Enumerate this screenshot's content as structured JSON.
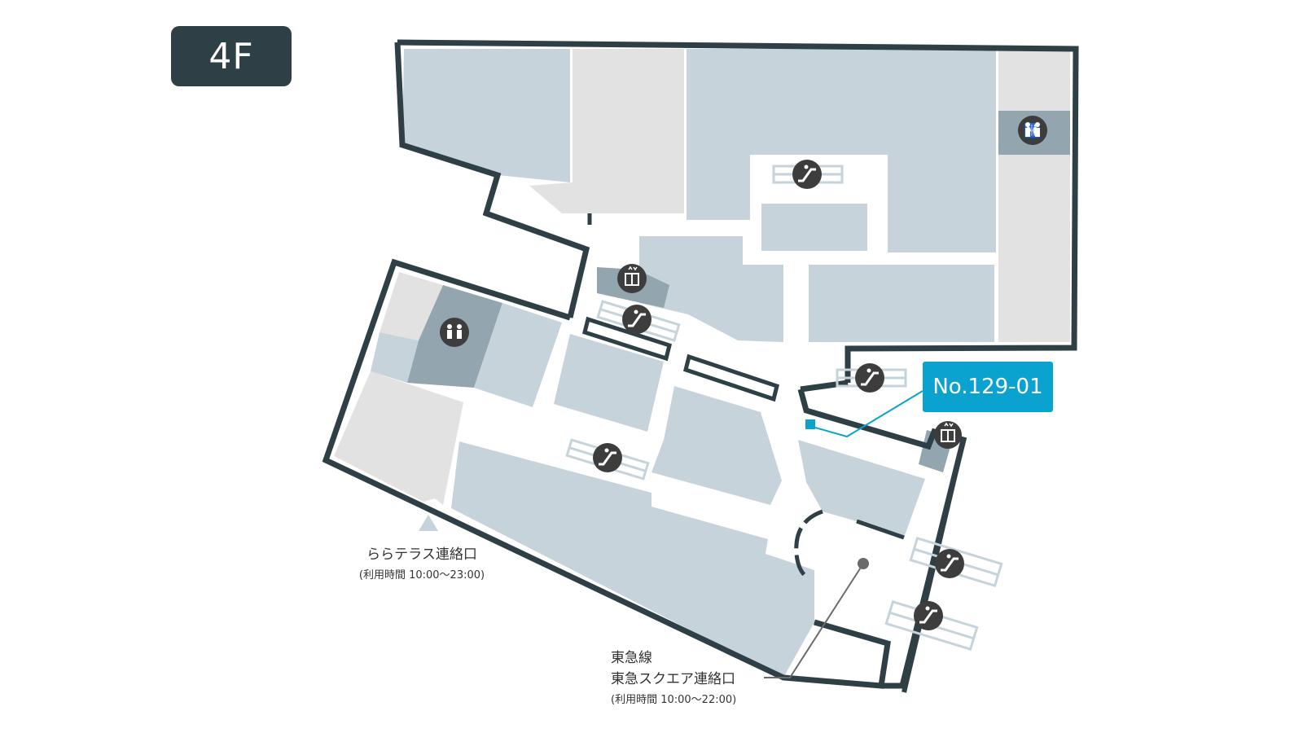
{
  "floor": {
    "label": "4F"
  },
  "highlight": {
    "shop_number": "No.129-01"
  },
  "entrances": [
    {
      "name": "ららテラス連絡口",
      "hours": "(利用時間 10:00～23:00)"
    },
    {
      "line": "東急線",
      "name": "東急スクエア連絡口",
      "hours": "(利用時間 10:00～22:00)"
    }
  ],
  "facilities": [
    "restroom-icon",
    "restroom-icon",
    "escalator-icon",
    "escalator-icon",
    "escalator-icon",
    "escalator-icon",
    "escalator-icon",
    "escalator-icon",
    "elevator-icon",
    "elevator-icon"
  ],
  "colors": {
    "outline": "#2f3f46",
    "shop": "#c6d3db",
    "shop_light": "#e2e2e2",
    "restroom": "#93a6af",
    "highlight": "#0aa3cf"
  }
}
